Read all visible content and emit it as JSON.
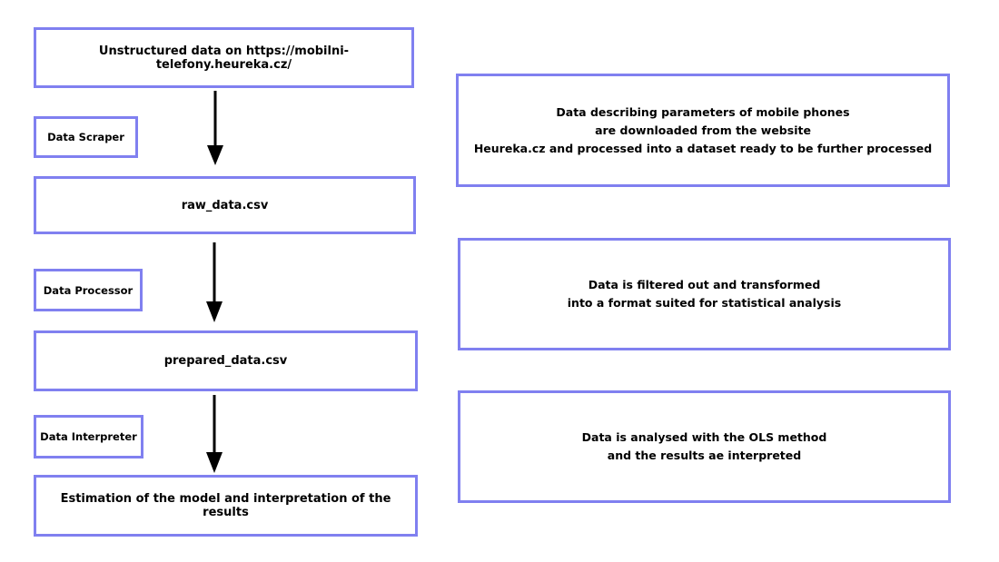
{
  "flow": {
    "source": "Unstructured data on https://mobilni-telefony.heureka.cz/",
    "raw": "raw_data.csv",
    "prepared": "prepared_data.csv",
    "result": "Estimation of the model and interpretation of the results"
  },
  "steps": {
    "scraper": "Data Scraper",
    "processor": "Data Processor",
    "interpreter": "Data Interpreter"
  },
  "descriptions": {
    "scraper": [
      "Data describing parameters of mobile phones",
      "are downloaded from the website",
      "Heureka.cz and processed into a dataset ready to be further processed"
    ],
    "processor": [
      "Data is filtered out and transformed",
      "into a format suited for statistical analysis"
    ],
    "interpreter": [
      "Data is analysed with the OLS method",
      "and the results ae interpreted"
    ]
  },
  "colors": {
    "border": "#8080f0",
    "arrow": "#000000"
  }
}
